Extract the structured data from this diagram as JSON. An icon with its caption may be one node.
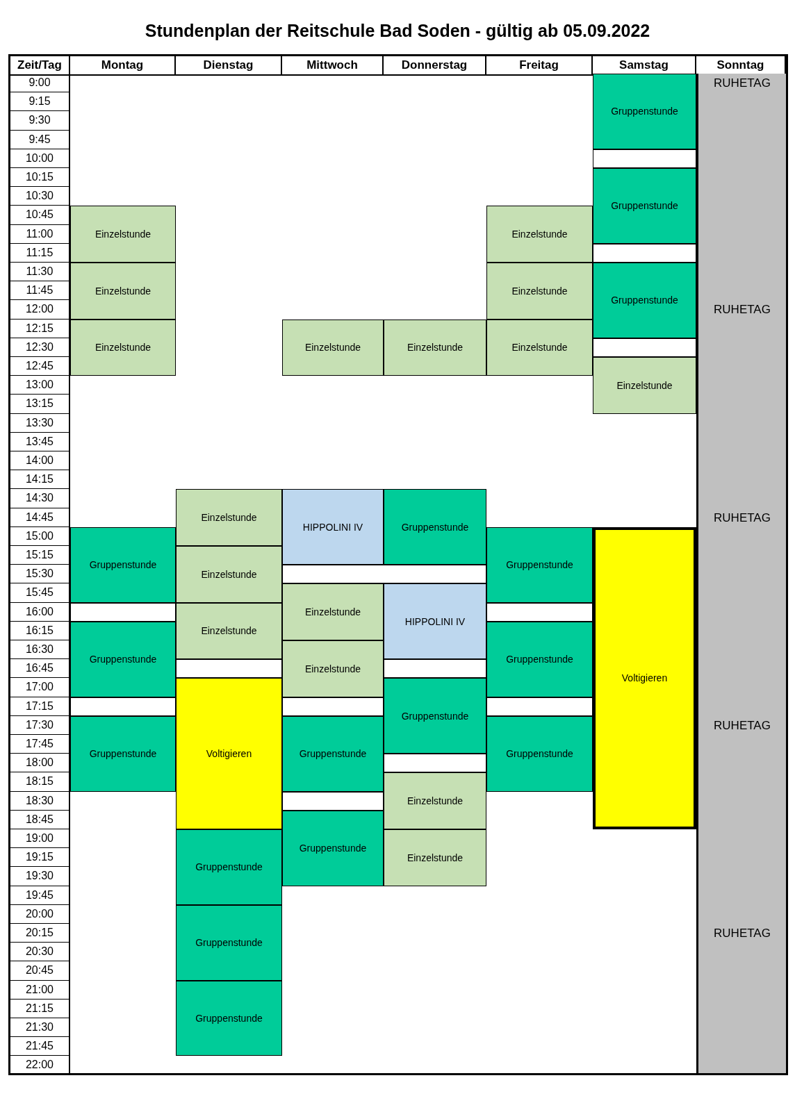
{
  "diagram": {
    "title": "Stundenplan der Reitschule Bad Soden - gültig ab 05.09.2022",
    "nodes": [
      {
        "text": [
          "Gruppenstunde"
        ]
      },
      {
        "text": [
          "RUHETAG",
          "RUHETAG",
          "RUHETAG",
          "RUHETAG",
          "RUHETAG"
        ]
      },
      {
        "text": [],
        "shape": "box"
      },
      {
        "text": [
          "Gruppenstunde"
        ]
      },
      {
        "text": [
          "Einzelstunde"
        ]
      },
      {
        "text": [
          "Einzelstunde"
        ]
      },
      {
        "text": [],
        "shape": "box"
      },
      {
        "text": [
          "Einzelstunde"
        ]
      },
      {
        "text": [
          "Einzelstunde"
        ]
      },
      {
        "text": [
          "Gruppenstunde"
        ]
      },
      {
        "text": [
          "Einzelstunde"
        ]
      },
      {
        "text": [
          "Einzelstunde"
        ]
      },
      {
        "text": [
          "Einzelstunde"
        ]
      },
      {
        "text": [
          "Einzelstunde"
        ]
      },
      {
        "text": [],
        "shape": "box"
      },
      {
        "text": [
          "Einzelstunde"
        ]
      },
      {
        "text": [
          "Einzelstunde"
        ]
      },
      {
        "text": [
          "HIPPOLINI IV"
        ]
      },
      {
        "text": [
          "Gruppenstunde"
        ]
      },
      {
        "text": [
          "Gruppenstunde"
        ]
      },
      {
        "text": [
          "Gruppenstunde"
        ]
      },
      {
        "text": [
          "Voltigieren"
        ]
      },
      {
        "text": [
          "Einzelstunde"
        ]
      },
      {
        "text": [],
        "shape": "box"
      },
      {
        "text": [
          "Einzelstunde"
        ]
      },
      {
        "text": [
          "HIPPOLINI IV"
        ]
      },
      {
        "text": [],
        "shape": "box"
      },
      {
        "text": [
          "Einzelstunde"
        ]
      },
      {
        "text": [],
        "shape": "box"
      },
      {
        "text": [
          "Gruppenstunde"
        ]
      },
      {
        "text": [
          "Gruppenstunde"
        ]
      },
      {
        "text": [
          "Einzelstunde"
        ]
      },
      {
        "text": [],
        "shape": "box"
      },
      {
        "text": [],
        "shape": "box"
      },
      {
        "text": [
          "Voltigieren"
        ]
      },
      {
        "text": [
          "Gruppenstunde"
        ]
      },
      {
        "text": [],
        "shape": "box"
      },
      {
        "text": [],
        "shape": "box"
      },
      {
        "text": [],
        "shape": "box"
      },
      {
        "text": [
          "Gruppenstunde"
        ]
      },
      {
        "text": [
          "Gruppenstunde"
        ]
      },
      {
        "text": [
          "Gruppenstunde"
        ]
      },
      {
        "text": [],
        "shape": "box"
      },
      {
        "text": [
          "Einzelstunde"
        ]
      },
      {
        "text": [],
        "shape": "box"
      },
      {
        "text": [
          "Gruppenstunde"
        ]
      },
      {
        "text": [
          "Gruppenstunde"
        ]
      },
      {
        "text": [
          "Einzelstunde"
        ]
      },
      {
        "text": [
          "Gruppenstunde"
        ]
      },
      {
        "text": [
          "Gruppenstunde"
        ]
      }
    ],
    "labels": [
      "Zeit/Tag",
      "Montag",
      "Dienstag",
      "Mittwoch",
      "Donnerstag",
      "Freitag",
      "Samstag",
      "Sonntag",
      "9:00",
      "9:15",
      "9:30",
      "9:45",
      "10:00",
      "10:15",
      "10:30",
      "10:45",
      "11:00",
      "11:15",
      "11:30",
      "11:45",
      "12:00",
      "12:15",
      "12:30",
      "12:45",
      "13:00",
      "13:15",
      "13:30",
      "13:45",
      "14:00",
      "14:15",
      "14:30",
      "14:45",
      "15:00",
      "15:15",
      "15:30",
      "15:45",
      "16:00",
      "16:15",
      "16:30",
      "16:45",
      "17:00",
      "17:15",
      "17:30",
      "17:45",
      "18:00",
      "18:15",
      "18:30",
      "18:45",
      "19:00",
      "19:15",
      "19:30",
      "19:45",
      "20:00",
      "20:15",
      "20:30",
      "20:45",
      "21:00",
      "21:15",
      "21:30",
      "21:45",
      "22:00"
    ]
  }
}
